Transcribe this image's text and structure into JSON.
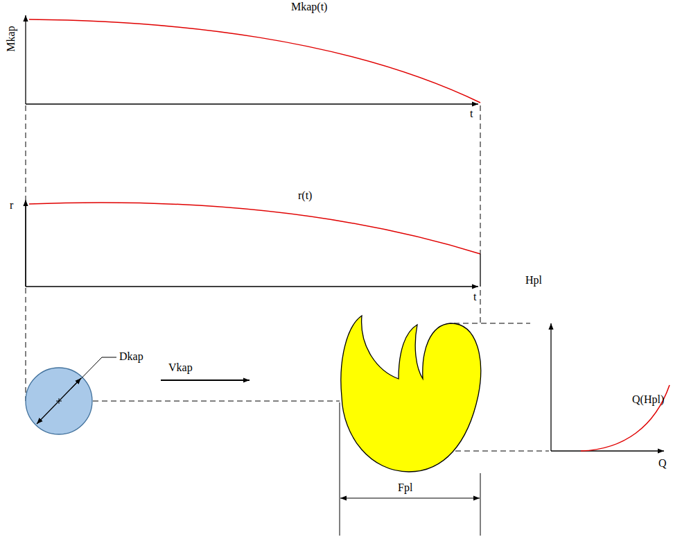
{
  "diagram": {
    "labels": [
      "Mkap",
      "Mkap(t)",
      "t",
      "r",
      "r(t)",
      "t",
      "Dkap",
      "Vkap",
      "Hpl",
      "Q(Hpl)",
      "Q",
      "Fpl"
    ]
  }
}
